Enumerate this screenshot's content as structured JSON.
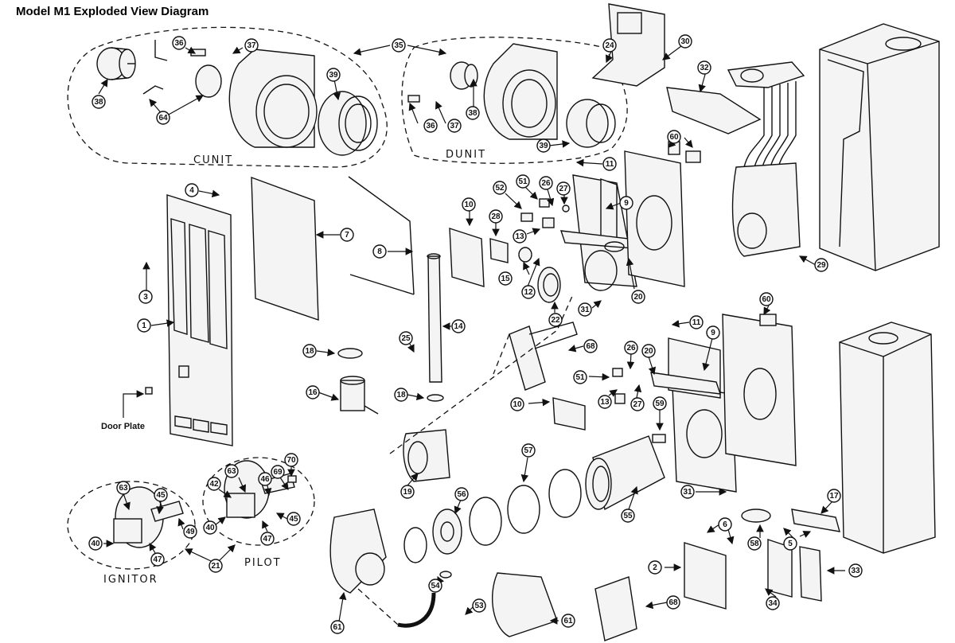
{
  "title": "Model M1 Exploded View Diagram",
  "group_labels": {
    "c_unit": "CUNIT",
    "d_unit": "DUNIT",
    "ignitor": "IGNITOR",
    "pilot": "PILOT",
    "door_plate": "Door Plate"
  },
  "callouts": [
    {
      "id": "c36",
      "label": "36"
    },
    {
      "id": "c37a",
      "label": "37"
    },
    {
      "id": "c38a",
      "label": "38"
    },
    {
      "id": "c64",
      "label": "64"
    },
    {
      "id": "c39a",
      "label": "39"
    },
    {
      "id": "c35",
      "label": "35"
    },
    {
      "id": "c36b",
      "label": "36"
    },
    {
      "id": "c37b",
      "label": "37"
    },
    {
      "id": "c38b",
      "label": "38"
    },
    {
      "id": "c39b",
      "label": "39"
    },
    {
      "id": "c24",
      "label": "24"
    },
    {
      "id": "c30",
      "label": "30"
    },
    {
      "id": "c32",
      "label": "32"
    },
    {
      "id": "c60a",
      "label": "60"
    },
    {
      "id": "c11a",
      "label": "11"
    },
    {
      "id": "c29",
      "label": "29"
    },
    {
      "id": "c4",
      "label": "4"
    },
    {
      "id": "c7",
      "label": "7"
    },
    {
      "id": "c8",
      "label": "8"
    },
    {
      "id": "c3",
      "label": "3"
    },
    {
      "id": "c1",
      "label": "1"
    },
    {
      "id": "c10a",
      "label": "10"
    },
    {
      "id": "c28",
      "label": "28"
    },
    {
      "id": "c52",
      "label": "52"
    },
    {
      "id": "c51a",
      "label": "51"
    },
    {
      "id": "c26a",
      "label": "26"
    },
    {
      "id": "c27a",
      "label": "27"
    },
    {
      "id": "c9a",
      "label": "9"
    },
    {
      "id": "c13a",
      "label": "13"
    },
    {
      "id": "c15",
      "label": "15"
    },
    {
      "id": "c12",
      "label": "12"
    },
    {
      "id": "c20a",
      "label": "20"
    },
    {
      "id": "c22",
      "label": "22"
    },
    {
      "id": "c31a",
      "label": "31"
    },
    {
      "id": "c14",
      "label": "14"
    },
    {
      "id": "c25",
      "label": "25"
    },
    {
      "id": "c18a",
      "label": "18"
    },
    {
      "id": "c16",
      "label": "16"
    },
    {
      "id": "c18b",
      "label": "18"
    },
    {
      "id": "c68a",
      "label": "68"
    },
    {
      "id": "c60b",
      "label": "60"
    },
    {
      "id": "c11b",
      "label": "11"
    },
    {
      "id": "c9b",
      "label": "9"
    },
    {
      "id": "c26b",
      "label": "26"
    },
    {
      "id": "c20b",
      "label": "20"
    },
    {
      "id": "c51b",
      "label": "51"
    },
    {
      "id": "c27b",
      "label": "27"
    },
    {
      "id": "c10b",
      "label": "10"
    },
    {
      "id": "c13b",
      "label": "13"
    },
    {
      "id": "c59",
      "label": "59"
    },
    {
      "id": "c19",
      "label": "19"
    },
    {
      "id": "c57",
      "label": "57"
    },
    {
      "id": "c56",
      "label": "56"
    },
    {
      "id": "c55",
      "label": "55"
    },
    {
      "id": "c31b",
      "label": "31"
    },
    {
      "id": "c17",
      "label": "17"
    },
    {
      "id": "c63a",
      "label": "63"
    },
    {
      "id": "c45a",
      "label": "45"
    },
    {
      "id": "c49",
      "label": "49"
    },
    {
      "id": "c40a",
      "label": "40"
    },
    {
      "id": "c47a",
      "label": "47"
    },
    {
      "id": "c63b",
      "label": "63"
    },
    {
      "id": "c42",
      "label": "42"
    },
    {
      "id": "c46",
      "label": "46"
    },
    {
      "id": "c69",
      "label": "69"
    },
    {
      "id": "c70",
      "label": "70"
    },
    {
      "id": "c40b",
      "label": "40"
    },
    {
      "id": "c47b",
      "label": "47"
    },
    {
      "id": "c45b",
      "label": "45"
    },
    {
      "id": "c21",
      "label": "21"
    },
    {
      "id": "c6",
      "label": "6"
    },
    {
      "id": "c5",
      "label": "5"
    },
    {
      "id": "c2",
      "label": "2"
    },
    {
      "id": "c58",
      "label": "58"
    },
    {
      "id": "c33",
      "label": "33"
    },
    {
      "id": "c34",
      "label": "34"
    },
    {
      "id": "c54",
      "label": "54"
    },
    {
      "id": "c53",
      "label": "53"
    },
    {
      "id": "c61a",
      "label": "61"
    },
    {
      "id": "c61b",
      "label": "61"
    },
    {
      "id": "c68b",
      "label": "68"
    }
  ]
}
